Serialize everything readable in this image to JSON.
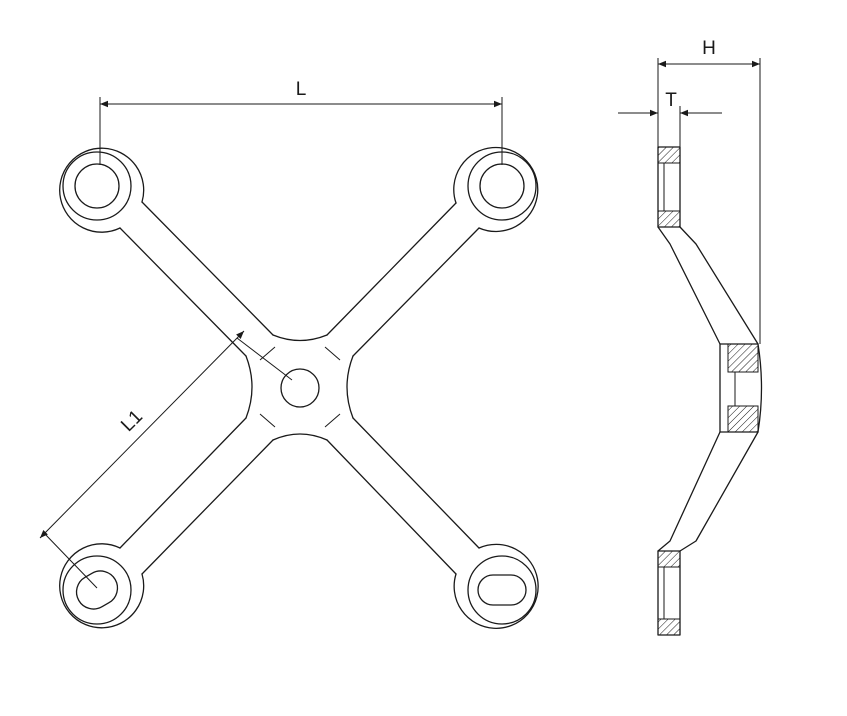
{
  "dimensions": {
    "length": "L",
    "arm_length": "L1",
    "height": "H",
    "thickness": "T"
  },
  "colors": {
    "line": "#1a1a1a",
    "background": "#ffffff"
  }
}
